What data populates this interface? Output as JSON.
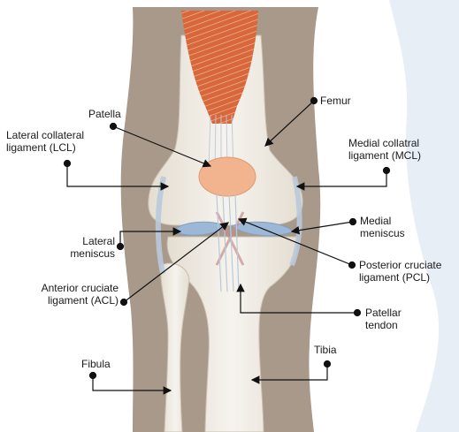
{
  "labels": {
    "femur": "Femur",
    "patella": "Patella",
    "lcl": "Lateral collateral\nligament (LCL)",
    "mcl": "Medial collatral\nligament (MCL)",
    "medial_meniscus": "Medial\nmeniscus",
    "lateral_meniscus": "Lateral\nmeniscus",
    "pcl": "Posterior cruciate\nligament (PCL)",
    "acl": "Anterior cruciate\nligament (ACL)",
    "patellar_tendon": "Patellar\ntendon",
    "fibula": "Fibula",
    "tibia": "Tibia"
  },
  "colors": {
    "skin_outline": "#a8998a",
    "bone": "#efece6",
    "bone_shadow": "#d9d2c6",
    "muscle": "#d8673c",
    "patella": "#f2b48e",
    "ligament": "#b9c9dc",
    "meniscus": "#9db7d6",
    "background_right": "#e8eef6",
    "leader": "#111111"
  }
}
